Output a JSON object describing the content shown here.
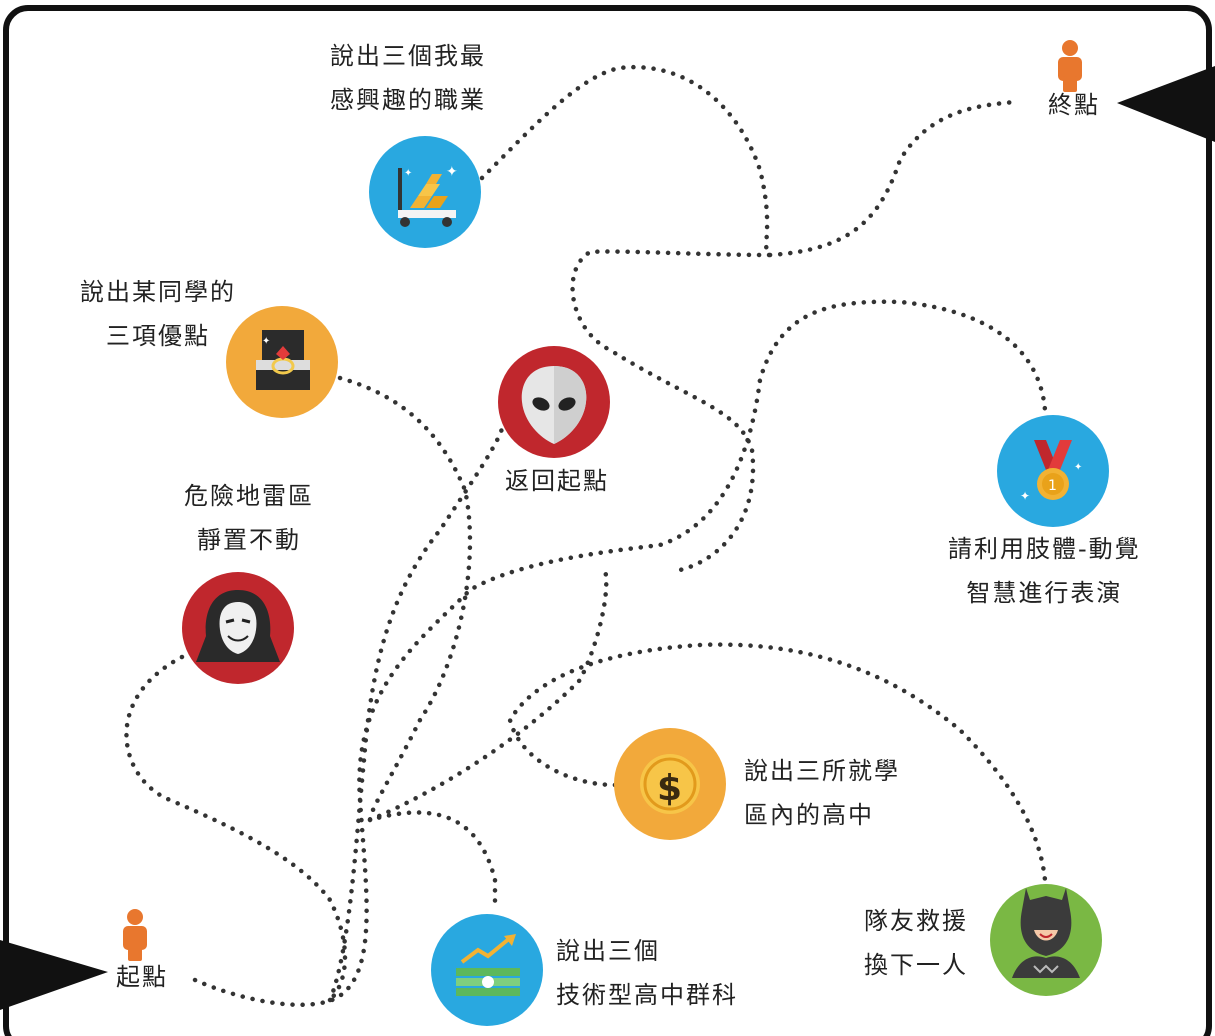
{
  "board": {
    "start_label": "起點",
    "end_label": "終點"
  },
  "stations": [
    {
      "id": "career",
      "icon": "gold-cart-icon",
      "color": "#29a8e0",
      "lines": [
        "說出三個我最",
        "感興趣的職業"
      ]
    },
    {
      "id": "classmate",
      "icon": "ring-box-icon",
      "color": "#f2a93b",
      "lines": [
        "說出某同學的",
        "三項優點"
      ]
    },
    {
      "id": "return",
      "icon": "alien-icon",
      "color": "#c0272d",
      "lines": [
        "返回起點"
      ]
    },
    {
      "id": "minefield",
      "icon": "hooded-mask-icon",
      "color": "#c0272d",
      "lines": [
        "危險地雷區",
        "靜置不動"
      ]
    },
    {
      "id": "perform",
      "icon": "medal-icon",
      "color": "#29a8e0",
      "lines": [
        "請利用肢體-動覺",
        "智慧進行表演"
      ]
    },
    {
      "id": "schools",
      "icon": "dollar-coin-icon",
      "color": "#f2a93b",
      "lines": [
        "說出三所就學",
        "區內的高中"
      ]
    },
    {
      "id": "tech",
      "icon": "money-stack-icon",
      "color": "#29a8e0",
      "lines": [
        "說出三個",
        "技術型高中群科"
      ]
    },
    {
      "id": "rescue",
      "icon": "bat-hero-icon",
      "color": "#7ab844",
      "lines": [
        "隊友救援",
        "換下一人"
      ]
    }
  ]
}
